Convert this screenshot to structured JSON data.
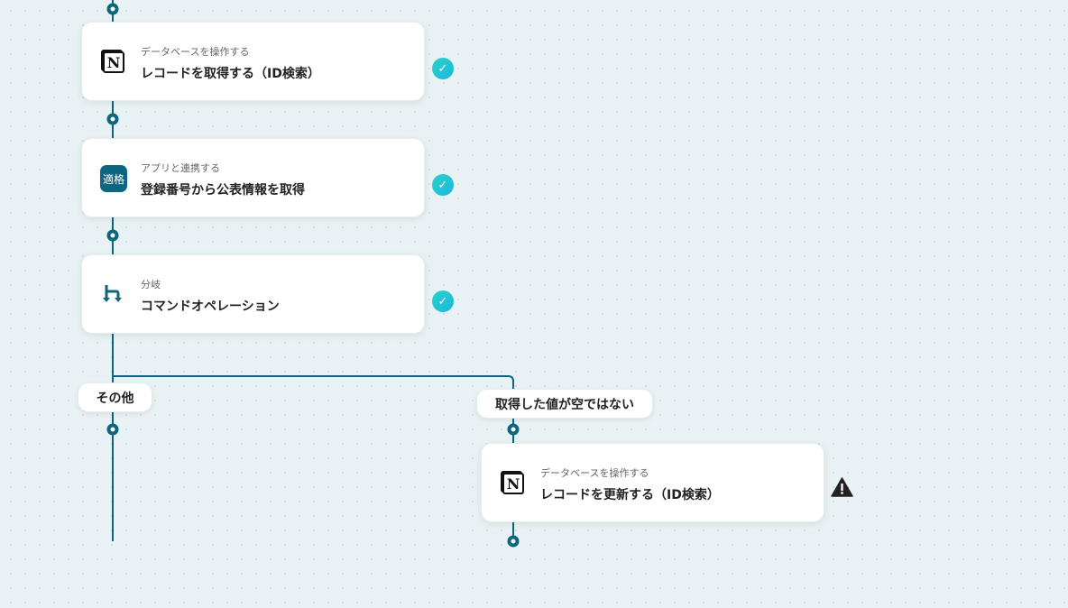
{
  "steps": [
    {
      "subtitle": "データベースを操作する",
      "title": "レコードを取得する（ID検索）",
      "icon": "notion-icon",
      "status": "done"
    },
    {
      "subtitle": "アプリと連携する",
      "title": "登録番号から公表情報を取得",
      "icon": "app-icon",
      "icon_text": "適格",
      "status": "done"
    },
    {
      "subtitle": "分岐",
      "title": "コマンドオペレーション",
      "icon": "branch-icon",
      "status": "done"
    }
  ],
  "branches": {
    "left": {
      "label": "その他"
    },
    "right": {
      "label": "取得した値が空ではない",
      "step": {
        "subtitle": "データベースを操作する",
        "title": "レコードを更新する（ID検索）",
        "icon": "notion-icon",
        "status": "warning"
      }
    }
  },
  "colors": {
    "line": "#0d6680",
    "check": "#1ec4d6",
    "warning": "#222222"
  }
}
